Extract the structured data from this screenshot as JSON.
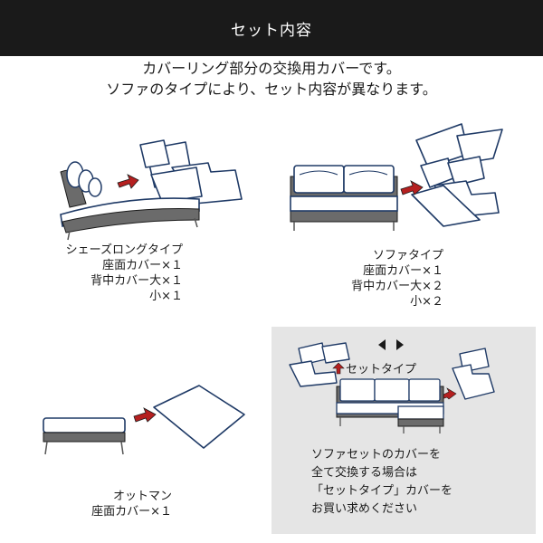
{
  "header": {
    "title": "セット内容"
  },
  "intro": {
    "line1": "カバーリング部分の交換用カバーです。",
    "line2": "ソファのタイプにより、セット内容が異なります。"
  },
  "chaise": {
    "lines": [
      "シェーズロングタイプ",
      "座面カバー×１",
      "背中カバー大×１",
      "小×１"
    ]
  },
  "sofa": {
    "lines": [
      "ソファタイプ",
      "座面カバー×１",
      "背中カバー大×２",
      "小×２"
    ]
  },
  "ottoman": {
    "lines": [
      "オットマン",
      "座面カバー×１"
    ]
  },
  "set_type": {
    "label": "セットタイプ",
    "note": [
      "ソファセットのカバーを",
      "全て交換する場合は",
      "「セットタイプ」カバーを",
      "お買い求めください"
    ]
  },
  "colors": {
    "header_bg": "#1a1a1a",
    "arrow_red": "#b52020",
    "outline_navy": "#1f3a66",
    "sofa_gray": "#6b6b6b",
    "panel_bg": "#e5e5e5"
  }
}
